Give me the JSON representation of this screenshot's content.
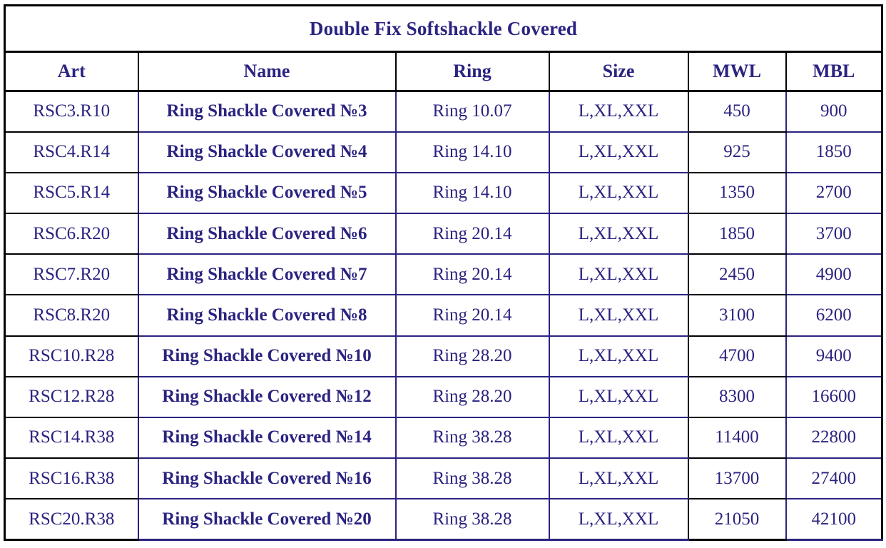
{
  "table": {
    "title": "Double Fix Softshackle Covered",
    "columns": [
      {
        "key": "art",
        "label": "Art"
      },
      {
        "key": "name",
        "label": "Name"
      },
      {
        "key": "ring",
        "label": "Ring"
      },
      {
        "key": "size",
        "label": "Size"
      },
      {
        "key": "mwl",
        "label": "MWL"
      },
      {
        "key": "mbl",
        "label": "MBL"
      }
    ],
    "rows": [
      {
        "art": "RSC3.R10",
        "name": "Ring Shackle Covered №3",
        "ring": "Ring 10.07",
        "size": "L,XL,XXL",
        "mwl": "450",
        "mbl": "900"
      },
      {
        "art": "RSC4.R14",
        "name": "Ring Shackle Covered №4",
        "ring": "Ring 14.10",
        "size": "L,XL,XXL",
        "mwl": "925",
        "mbl": "1850"
      },
      {
        "art": "RSC5.R14",
        "name": "Ring Shackle Covered №5",
        "ring": "Ring 14.10",
        "size": "L,XL,XXL",
        "mwl": "1350",
        "mbl": "2700"
      },
      {
        "art": "RSC6.R20",
        "name": "Ring Shackle Covered №6",
        "ring": "Ring 20.14",
        "size": "L,XL,XXL",
        "mwl": "1850",
        "mbl": "3700"
      },
      {
        "art": "RSC7.R20",
        "name": "Ring Shackle Covered №7",
        "ring": "Ring 20.14",
        "size": "L,XL,XXL",
        "mwl": "2450",
        "mbl": "4900"
      },
      {
        "art": "RSC8.R20",
        "name": "Ring Shackle Covered №8",
        "ring": "Ring 20.14",
        "size": "L,XL,XXL",
        "mwl": "3100",
        "mbl": "6200"
      },
      {
        "art": "RSC10.R28",
        "name": "Ring Shackle Covered №10",
        "ring": "Ring 28.20",
        "size": "L,XL,XXL",
        "mwl": "4700",
        "mbl": "9400"
      },
      {
        "art": "RSC12.R28",
        "name": "Ring Shackle Covered №12",
        "ring": "Ring 28.20",
        "size": "L,XL,XXL",
        "mwl": "8300",
        "mbl": "16600"
      },
      {
        "art": "RSC14.R38",
        "name": "Ring Shackle Covered №14",
        "ring": "Ring 38.28",
        "size": "L,XL,XXL",
        "mwl": "11400",
        "mbl": "22800"
      },
      {
        "art": "RSC16.R38",
        "name": "Ring Shackle Covered №16",
        "ring": "Ring 38.28",
        "size": "L,XL,XXL",
        "mwl": "13700",
        "mbl": "27400"
      },
      {
        "art": "RSC20.R38",
        "name": "Ring Shackle Covered №20",
        "ring": "Ring 38.28",
        "size": "L,XL,XXL",
        "mwl": "21050",
        "mbl": "42100"
      }
    ]
  },
  "colors": {
    "text_navy": "#2a2380",
    "border_black": "#000000",
    "border_navy": "#2a2380",
    "background": "#ffffff"
  }
}
